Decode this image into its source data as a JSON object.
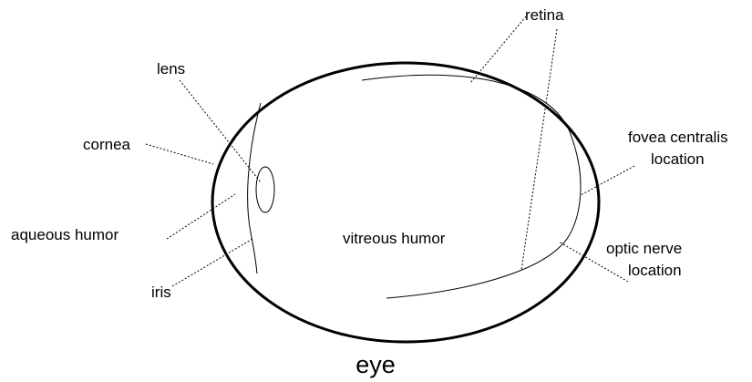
{
  "diagram": {
    "title": "eye",
    "labels": {
      "retina": "retina",
      "lens": "lens",
      "cornea": "cornea",
      "aqueous_humor": "aqueous humor",
      "iris": "iris",
      "vitreous_humor": "vitreous humor",
      "fovea_line1": "fovea centralis",
      "fovea_line2": "location",
      "optic_line1": "optic nerve",
      "optic_line2": "location"
    }
  }
}
